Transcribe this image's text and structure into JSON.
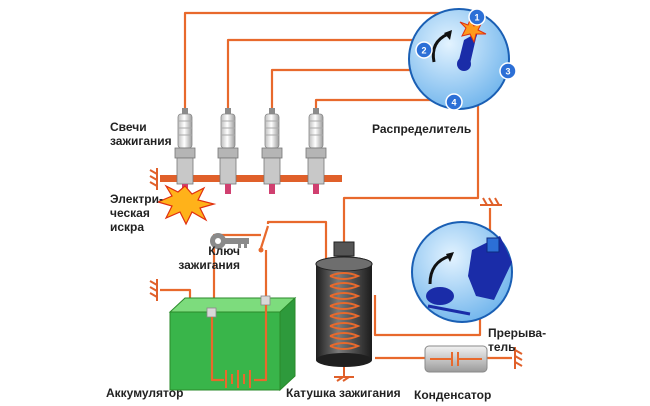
{
  "labels": {
    "spark_plugs": "Свечи\nзажигания",
    "distributor": "Распределитель",
    "spark": "Электри-\nческая\nискра",
    "ignition_key": "Ключ\nзажигания",
    "battery": "Аккумулятор",
    "coil": "Катушка зажигания",
    "condenser": "Конденсатор",
    "breaker": "Прерыва-\nтель"
  },
  "distributor_terminals": [
    "1",
    "2",
    "3",
    "4"
  ],
  "colors": {
    "wire": "#e8692c",
    "distributor_disc": "#9fd0f5",
    "rotor": "#1a2ca8",
    "battery": "#39b54a",
    "ground_bar": "#e0602a",
    "coil_body": "#3a3a3a"
  },
  "icons": [
    "key-icon",
    "spark-icon",
    "ground-icon",
    "rotation-arrow-icon",
    "battery-cells-icon"
  ]
}
